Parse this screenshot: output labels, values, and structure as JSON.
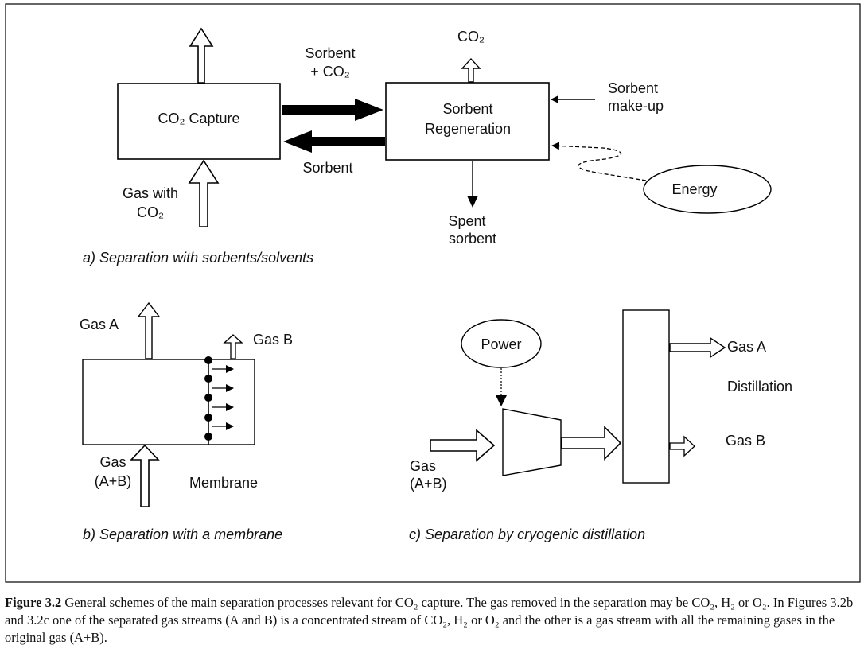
{
  "panel_a": {
    "capture_box": "CO₂ Capture",
    "sorbent_co2_line1": "Sorbent",
    "sorbent_co2_line2": "+ CO₂",
    "sorbent_return": "Sorbent",
    "gas_with_line1": "Gas with",
    "gas_with_line2": "CO₂",
    "co2_out": "CO₂",
    "regen_line1": "Sorbent",
    "regen_line2": "Regeneration",
    "makeup_line1": "Sorbent",
    "makeup_line2": "make-up",
    "energy": "Energy",
    "spent_line1": "Spent",
    "spent_line2": "sorbent",
    "caption": "a)  Separation with sorbents/solvents"
  },
  "panel_b": {
    "gas_a": "Gas A",
    "gas_b": "Gas B",
    "gas_in_line1": "Gas",
    "gas_in_line2": "(A+B)",
    "membrane": "Membrane",
    "caption": "b)  Separation with a membrane"
  },
  "panel_c": {
    "power": "Power",
    "gas_a": "Gas A",
    "distillation": "Distillation",
    "gas_b": "Gas B",
    "gas_in_line1": "Gas",
    "gas_in_line2": "(A+B)",
    "caption": "c)  Separation by cryogenic distillation"
  },
  "figure_caption": {
    "label": "Figure 3.2",
    "text": " General schemes of the main separation processes relevant for CO₂ capture. The gas removed in the separation may be CO₂, H₂ or O₂. In Figures 3.2b and 3.2c one of the separated gas streams (A and B) is a concentrated stream of CO₂, H₂ or O₂ and the other is a gas stream with all the remaining gases in the original gas (A+B)."
  }
}
